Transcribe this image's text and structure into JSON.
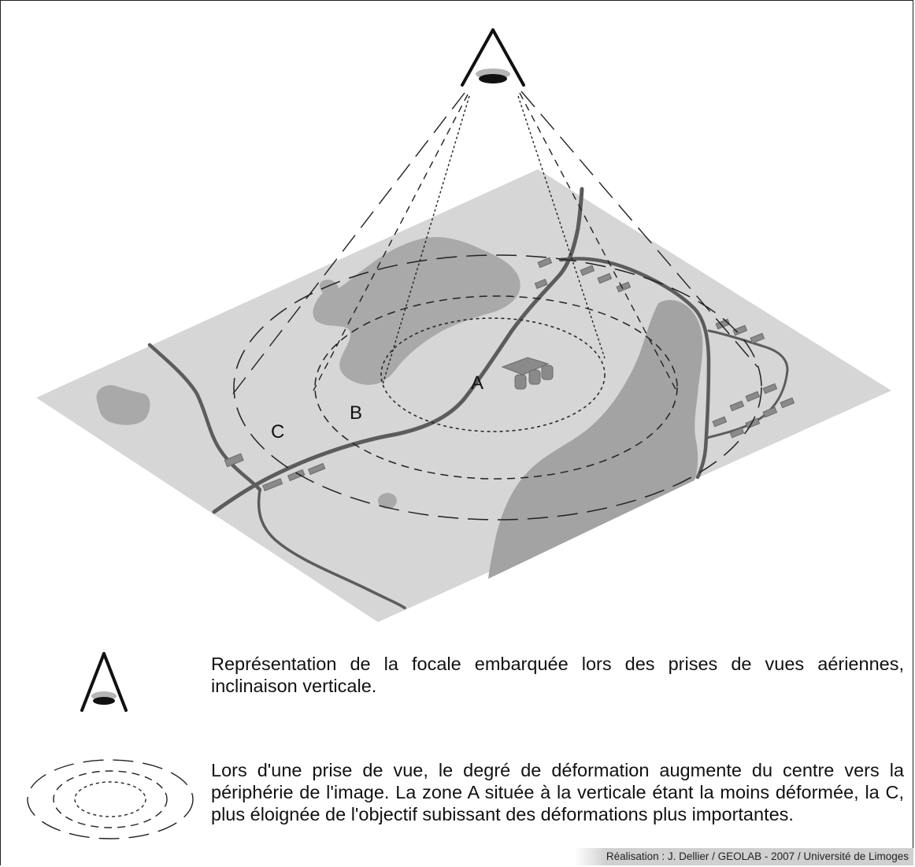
{
  "zone_labels": {
    "a": "A",
    "b": "B",
    "c": "C"
  },
  "legend": {
    "camera_text": "Représentation de la focale embarquée lors des prises de vues aériennes, inclinaison verticale.",
    "deformation_text": "Lors d'une prise de vue, le degré de déformation augmente du centre vers la périphérie de l'image. La zone A située à la verticale étant la moins déformée, la C, plus éloignée de l'objectif subissant des déformations plus importantes."
  },
  "credit": "Réalisation : J. Dellier / GEOLAB - 2007 / Université de Limoges",
  "icons": {
    "camera": "camera-focal-icon",
    "ellipses": "deformation-ellipses-icon"
  },
  "colors": {
    "terrain": "#d6d6d6",
    "water": "#a9a9a9",
    "forest": "#a3a3a3",
    "road": "#5c5c5c",
    "building": "#8a8a8a"
  }
}
